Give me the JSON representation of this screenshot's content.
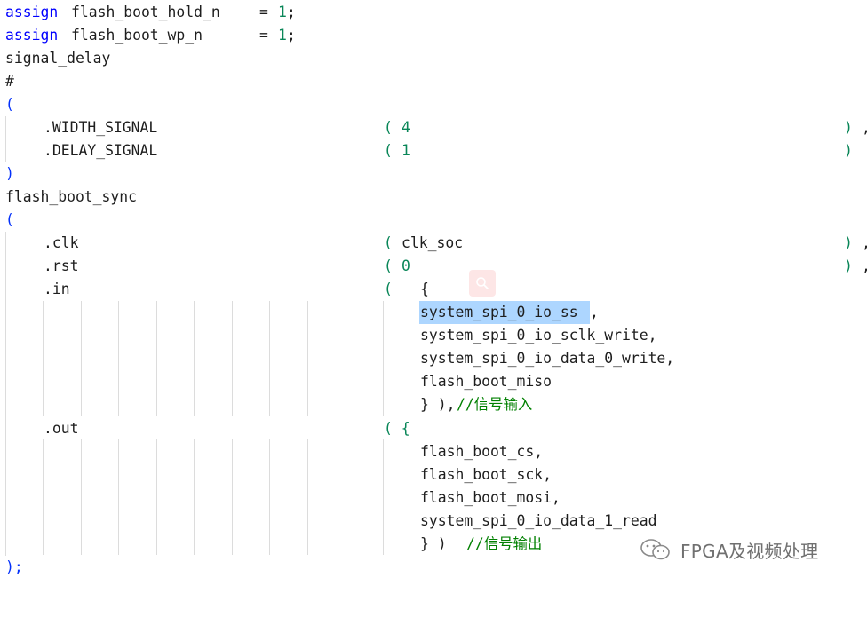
{
  "colors": {
    "keyword": "#0000ff",
    "number": "#098658",
    "paren": "#0431fa",
    "comment": "#008000",
    "selection": "#add6ff"
  },
  "code": {
    "l1": {
      "kw": "assign",
      "name": "flash_boot_hold_n",
      "eq": "=",
      "val": "1",
      "semi": ";"
    },
    "l2": {
      "kw": "assign",
      "name": "flash_boot_wp_n",
      "eq": "=",
      "val": "1",
      "semi": ";"
    },
    "l3": {
      "text": "signal_delay"
    },
    "l4": {
      "text": "#"
    },
    "l5": {
      "text": "("
    },
    "l6": {
      "port": ".WIDTH_SIGNAL",
      "open": "(",
      "val": "4",
      "close": ")",
      "trail": ","
    },
    "l7": {
      "port": ".DELAY_SIGNAL",
      "open": "(",
      "val": "1",
      "close": ")"
    },
    "l8": {
      "text": ")"
    },
    "l9": {
      "text": "flash_boot_sync"
    },
    "l10": {
      "text": "("
    },
    "l11": {
      "port": ".clk",
      "open": "(",
      "val": "clk_soc",
      "close": ")",
      "trail": ","
    },
    "l12": {
      "port": ".rst",
      "open": "(",
      "val": "0",
      "close": ")",
      "trail": ","
    },
    "l13": {
      "port": ".in",
      "open": "(",
      "brace": "{"
    },
    "l14": {
      "text": "system_spi_0_io_ss",
      "trail": ","
    },
    "l15": {
      "text": "system_spi_0_io_sclk_write,"
    },
    "l16": {
      "text": "system_spi_0_io_data_0_write,"
    },
    "l17": {
      "text": "flash_boot_miso"
    },
    "l18": {
      "code": "} ),",
      "comment": "//信号输入"
    },
    "l19": {
      "port": ".out",
      "open": "( {"
    },
    "l20": {
      "text": "flash_boot_cs,"
    },
    "l21": {
      "text": "flash_boot_sck,"
    },
    "l22": {
      "text": "flash_boot_mosi,"
    },
    "l23": {
      "text": "system_spi_0_io_data_1_read"
    },
    "l24": {
      "code": "} )",
      "comment": "//信号输出"
    },
    "l25": {
      "text": ");"
    }
  },
  "watermark": {
    "icon": "wechat-icon",
    "text": "FPGA及视频处理"
  },
  "search_icon": "search-icon"
}
